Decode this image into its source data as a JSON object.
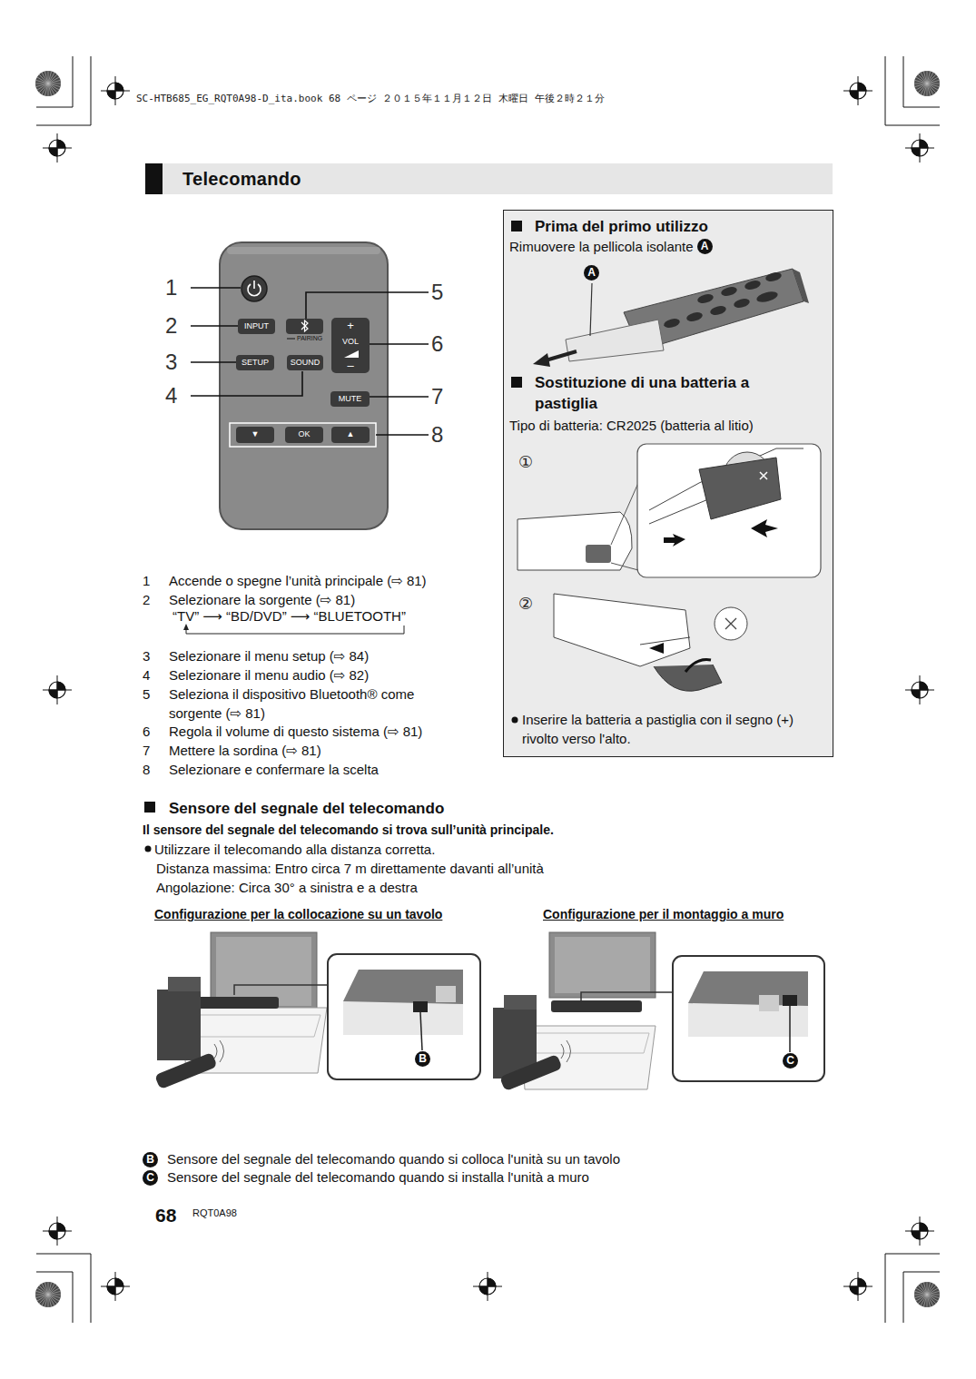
{
  "diagram": {
    "title": "Telecomando",
    "nodes": [
      {
        "text": [
          "Prima del primo utilizzo",
          "Rimuovere la pellicola isolante",
          "Sostituzione di una batteria a pastiglia",
          "Tipo di batteria: CR2025 (batteria al litio)",
          "Inserire la batteria a pastiglia con il segno (+) rivolto verso l'alto."
        ]
      }
    ],
    "labels": [
      "SC-HTB685_EG_RQT0A98-D_ita.book  68 ページ  ２０１５年１１月１２日  木曜日  午後２時２１分",
      "1",
      "2",
      "3",
      "4",
      "5",
      "6",
      "7",
      "8",
      "INPUT",
      "PAIRING",
      "SETUP",
      "SOUND",
      "+",
      "VOL",
      "–",
      "MUTE",
      "▼",
      "OK",
      "▲",
      "1",
      "Accende o spegne l’unità principale (⇨ 81)",
      "2",
      "Selezionare la sorgente (⇨ 81)",
      "“TV” ⟶ “BD/DVD” ⟶ “BLUETOOTH”",
      "3",
      "Selezionare il menu setup (⇨ 84)",
      "4",
      "Selezionare il menu audio (⇨ 82)",
      "5",
      "Seleziona il dispositivo Bluetooth® come sorgente (⇨ 81)",
      "6",
      "Regola il volume di questo sistema (⇨ 81)",
      "7",
      "Mettere la sordina (⇨ 81)",
      "8",
      "Selezionare e confermare la scelta",
      "A",
      "A",
      "①",
      "②",
      "Sensore del segnale del telecomando",
      "Il sensore del segnale del telecomando si trova sull’unità principale.",
      "Utilizzare il telecomando alla distanza corretta.",
      "Distanza massima: Entro circa 7 m direttamente davanti all’unità",
      "Angolazione: Circa 30° a sinistra e a destra",
      "Configurazione per la collocazione su un tavolo",
      "Configurazione per il montaggio a muro",
      "B",
      "C",
      "B",
      "Sensore del segnale del telecomando quando si colloca l'unità su un tavolo",
      "C",
      "Sensore del segnale del telecomando quando si installa l'unità a muro",
      "68",
      "RQT0A98"
    ]
  }
}
